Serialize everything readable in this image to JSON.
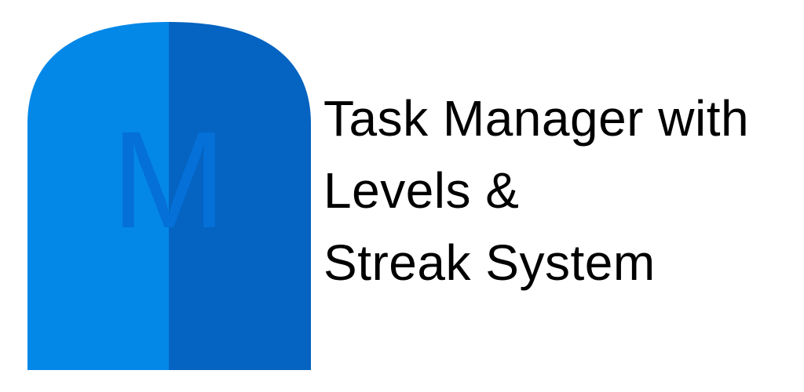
{
  "logo": {
    "letter": "M",
    "colors": {
      "left": "#0488e8",
      "right": "#0563c1",
      "letter": "#0470d8"
    }
  },
  "title": {
    "lines": [
      "Task Manager with",
      "Levels &",
      "Streak System"
    ]
  }
}
